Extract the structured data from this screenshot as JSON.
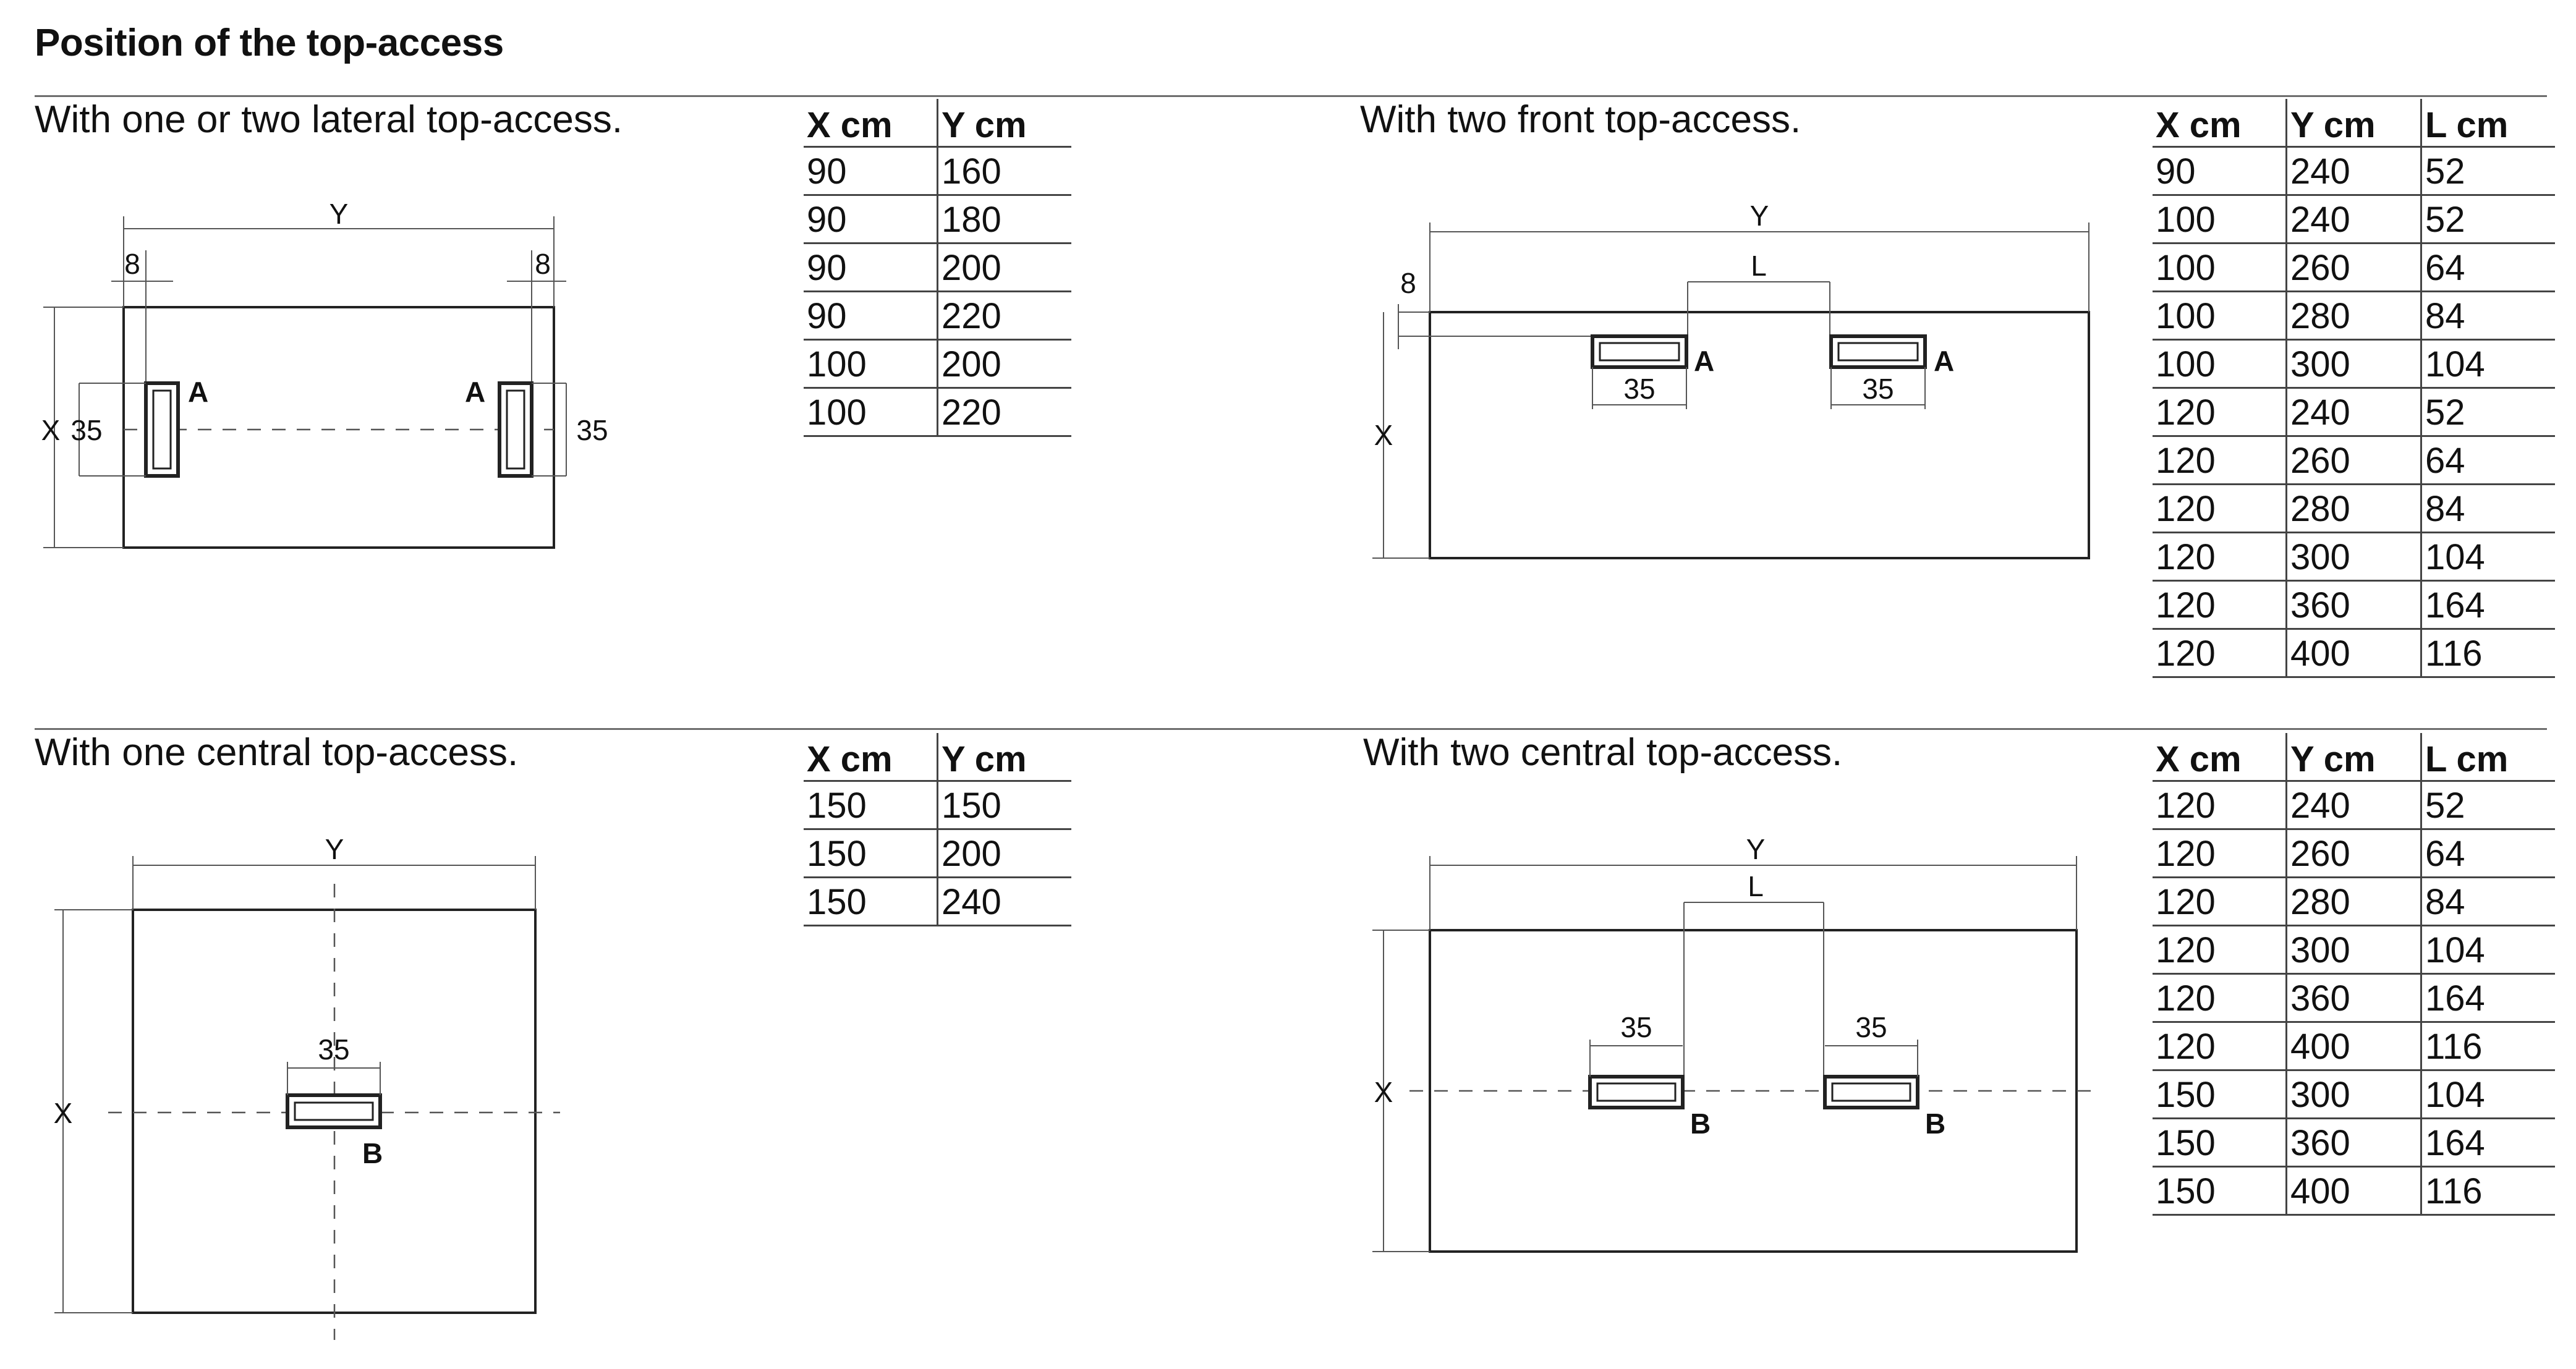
{
  "title": "Position of the top-access",
  "sections": [
    {
      "caption": "With one or two lateral top-access.",
      "headers": [
        "X cm",
        "Y cm"
      ],
      "rows": [
        [
          "90",
          "160"
        ],
        [
          "90",
          "180"
        ],
        [
          "90",
          "200"
        ],
        [
          "90",
          "220"
        ],
        [
          "100",
          "200"
        ],
        [
          "100",
          "220"
        ]
      ],
      "labels": {
        "y": "Y",
        "x": "X",
        "edge": "8",
        "size": "35",
        "access": "A"
      }
    },
    {
      "caption": "With two front top-access.",
      "headers": [
        "X cm",
        "Y cm",
        "L cm"
      ],
      "rows": [
        [
          "90",
          "240",
          "52"
        ],
        [
          "100",
          "240",
          "52"
        ],
        [
          "100",
          "260",
          "64"
        ],
        [
          "100",
          "280",
          "84"
        ],
        [
          "100",
          "300",
          "104"
        ],
        [
          "120",
          "240",
          "52"
        ],
        [
          "120",
          "260",
          "64"
        ],
        [
          "120",
          "280",
          "84"
        ],
        [
          "120",
          "300",
          "104"
        ],
        [
          "120",
          "360",
          "164"
        ],
        [
          "120",
          "400",
          "116"
        ]
      ],
      "labels": {
        "y": "Y",
        "x": "X",
        "l": "L",
        "edge": "8",
        "size": "35",
        "access": "A"
      }
    },
    {
      "caption": "With one central top-access.",
      "headers": [
        "X cm",
        "Y cm"
      ],
      "rows": [
        [
          "150",
          "150"
        ],
        [
          "150",
          "200"
        ],
        [
          "150",
          "240"
        ]
      ],
      "labels": {
        "y": "Y",
        "x": "X",
        "size": "35",
        "access": "B"
      }
    },
    {
      "caption": "With two central top-access.",
      "headers": [
        "X cm",
        "Y cm",
        "L cm"
      ],
      "rows": [
        [
          "120",
          "240",
          "52"
        ],
        [
          "120",
          "260",
          "64"
        ],
        [
          "120",
          "280",
          "84"
        ],
        [
          "120",
          "300",
          "104"
        ],
        [
          "120",
          "360",
          "164"
        ],
        [
          "120",
          "400",
          "116"
        ],
        [
          "150",
          "300",
          "104"
        ],
        [
          "150",
          "360",
          "164"
        ],
        [
          "150",
          "400",
          "116"
        ]
      ],
      "labels": {
        "y": "Y",
        "x": "X",
        "l": "L",
        "size": "35",
        "access": "B"
      }
    }
  ]
}
